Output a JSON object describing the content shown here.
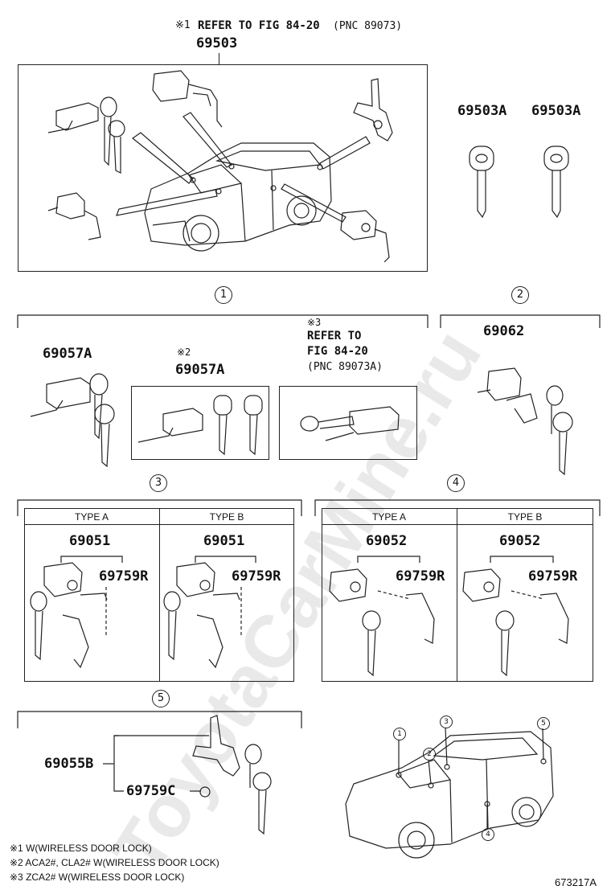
{
  "top": {
    "note_mark": "※1",
    "refer_text": "REFER TO FIG 84-20",
    "pnc_text": "(PNC 89073)",
    "main_part": "69503"
  },
  "keys": {
    "left": "69503A",
    "right": "69503A"
  },
  "sections": {
    "s1": {
      "label": "1"
    },
    "s2": {
      "label": "2",
      "part": "69062"
    },
    "s3": {
      "label": "3",
      "type_a": "TYPE A",
      "type_b": "TYPE B",
      "part_a": "69051",
      "sub_a": "69759R",
      "part_b": "69051",
      "sub_b": "69759R"
    },
    "s4": {
      "label": "4",
      "type_a": "TYPE A",
      "type_b": "TYPE B",
      "part_a": "69052",
      "sub_a": "69759R",
      "part_b": "69052",
      "sub_b": "69759R"
    },
    "s5": {
      "label": "5",
      "part": "69055B",
      "sub": "69759C"
    }
  },
  "ignition": {
    "left_part": "69057A",
    "box2_mark": "※2",
    "box2_part": "69057A",
    "box3_mark": "※3",
    "box3_line1": "REFER TO",
    "box3_line2": "FIG 84-20",
    "box3_line3": "(PNC 89073A)"
  },
  "car_callouts": [
    "1",
    "2",
    "3",
    "4",
    "5"
  ],
  "notes": [
    "※1 W(WIRELESS DOOR LOCK)",
    "※2 ACA2#, CLA2# W(WIRELESS DOOR LOCK)",
    "※3 ZCA2# W(WIRELESS DOOR LOCK)"
  ],
  "figure_id": "673217A",
  "watermark": "ToyotaCarMine.ru",
  "colors": {
    "line": "#222222",
    "watermark": "#e6e6e6"
  }
}
